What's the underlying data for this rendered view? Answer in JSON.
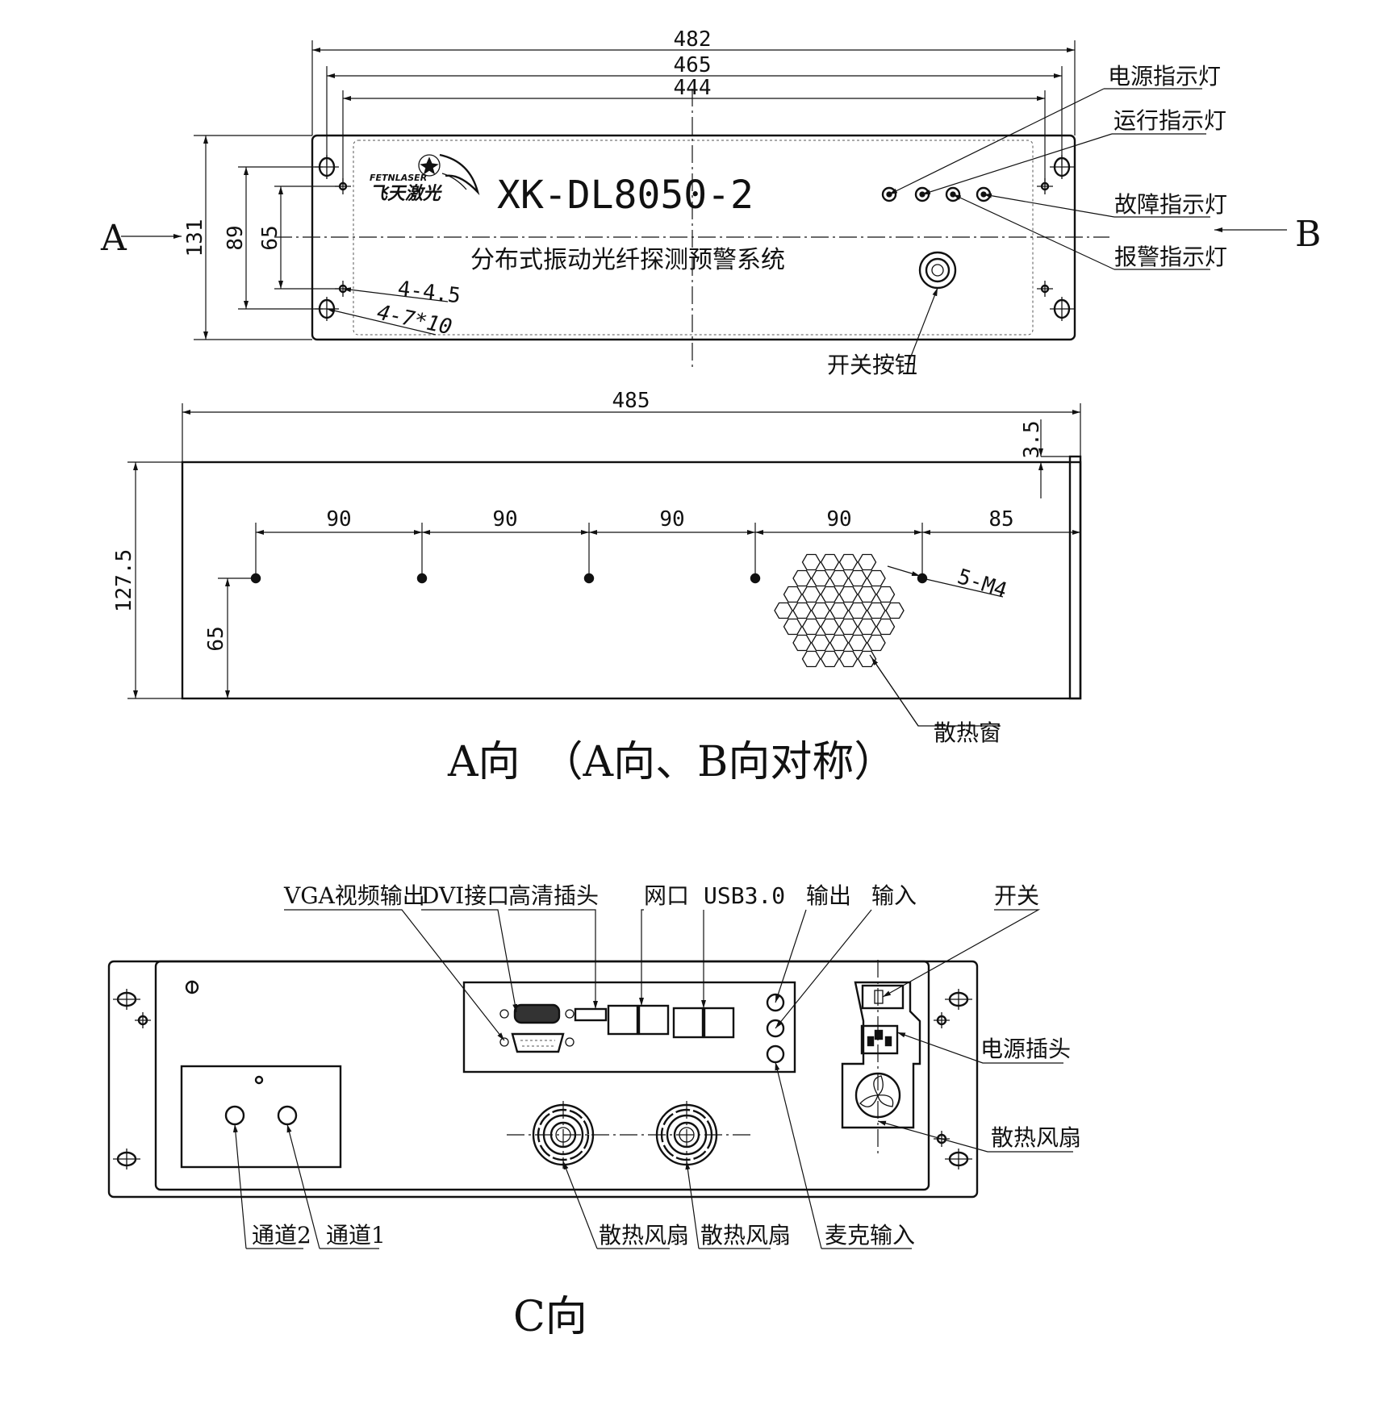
{
  "top_view": {
    "dim_482": "482",
    "dim_465": "465",
    "dim_444": "444",
    "dim_131": "131",
    "dim_89": "89",
    "dim_65": "65",
    "hole_small": "4-4.5",
    "hole_slot": "4-7*10",
    "brand_en": "FETNLASER",
    "brand_cn": "飞天激光",
    "model": "XK-DL8050-2",
    "product_name": "分布式振动光纤探测预警系统",
    "label_power_led": "电源指示灯",
    "label_run_led": "运行指示灯",
    "label_fault_led": "故障指示灯",
    "label_alarm_led": "报警指示灯",
    "label_switch_button": "开关按钮",
    "arrow_a": "A",
    "arrow_b": "B"
  },
  "side_view": {
    "dim_485": "485",
    "dim_3_5": "3.5",
    "dim_127_5": "127.5",
    "dim_65": "65",
    "spacing": [
      "90",
      "90",
      "90",
      "90",
      "85"
    ],
    "screw_label": "5-M4",
    "vent_label": "散热窗",
    "caption": "A向　（A向、B向对称）"
  },
  "rear_view": {
    "label_vga": "VGA视频输出",
    "label_dvi": "DVI接口",
    "label_hdmi": "高清插头",
    "label_net": "网口",
    "label_usb": "USB3.0",
    "label_output": "输出",
    "label_input": "输入",
    "label_switch": "开关",
    "label_power_plug": "电源插头",
    "label_fan_right": "散热风扇",
    "label_ch2": "通道2",
    "label_ch1": "通道1",
    "label_fan_1": "散热风扇",
    "label_fan_2": "散热风扇",
    "label_mic": "麦克输入",
    "caption": "C向"
  }
}
